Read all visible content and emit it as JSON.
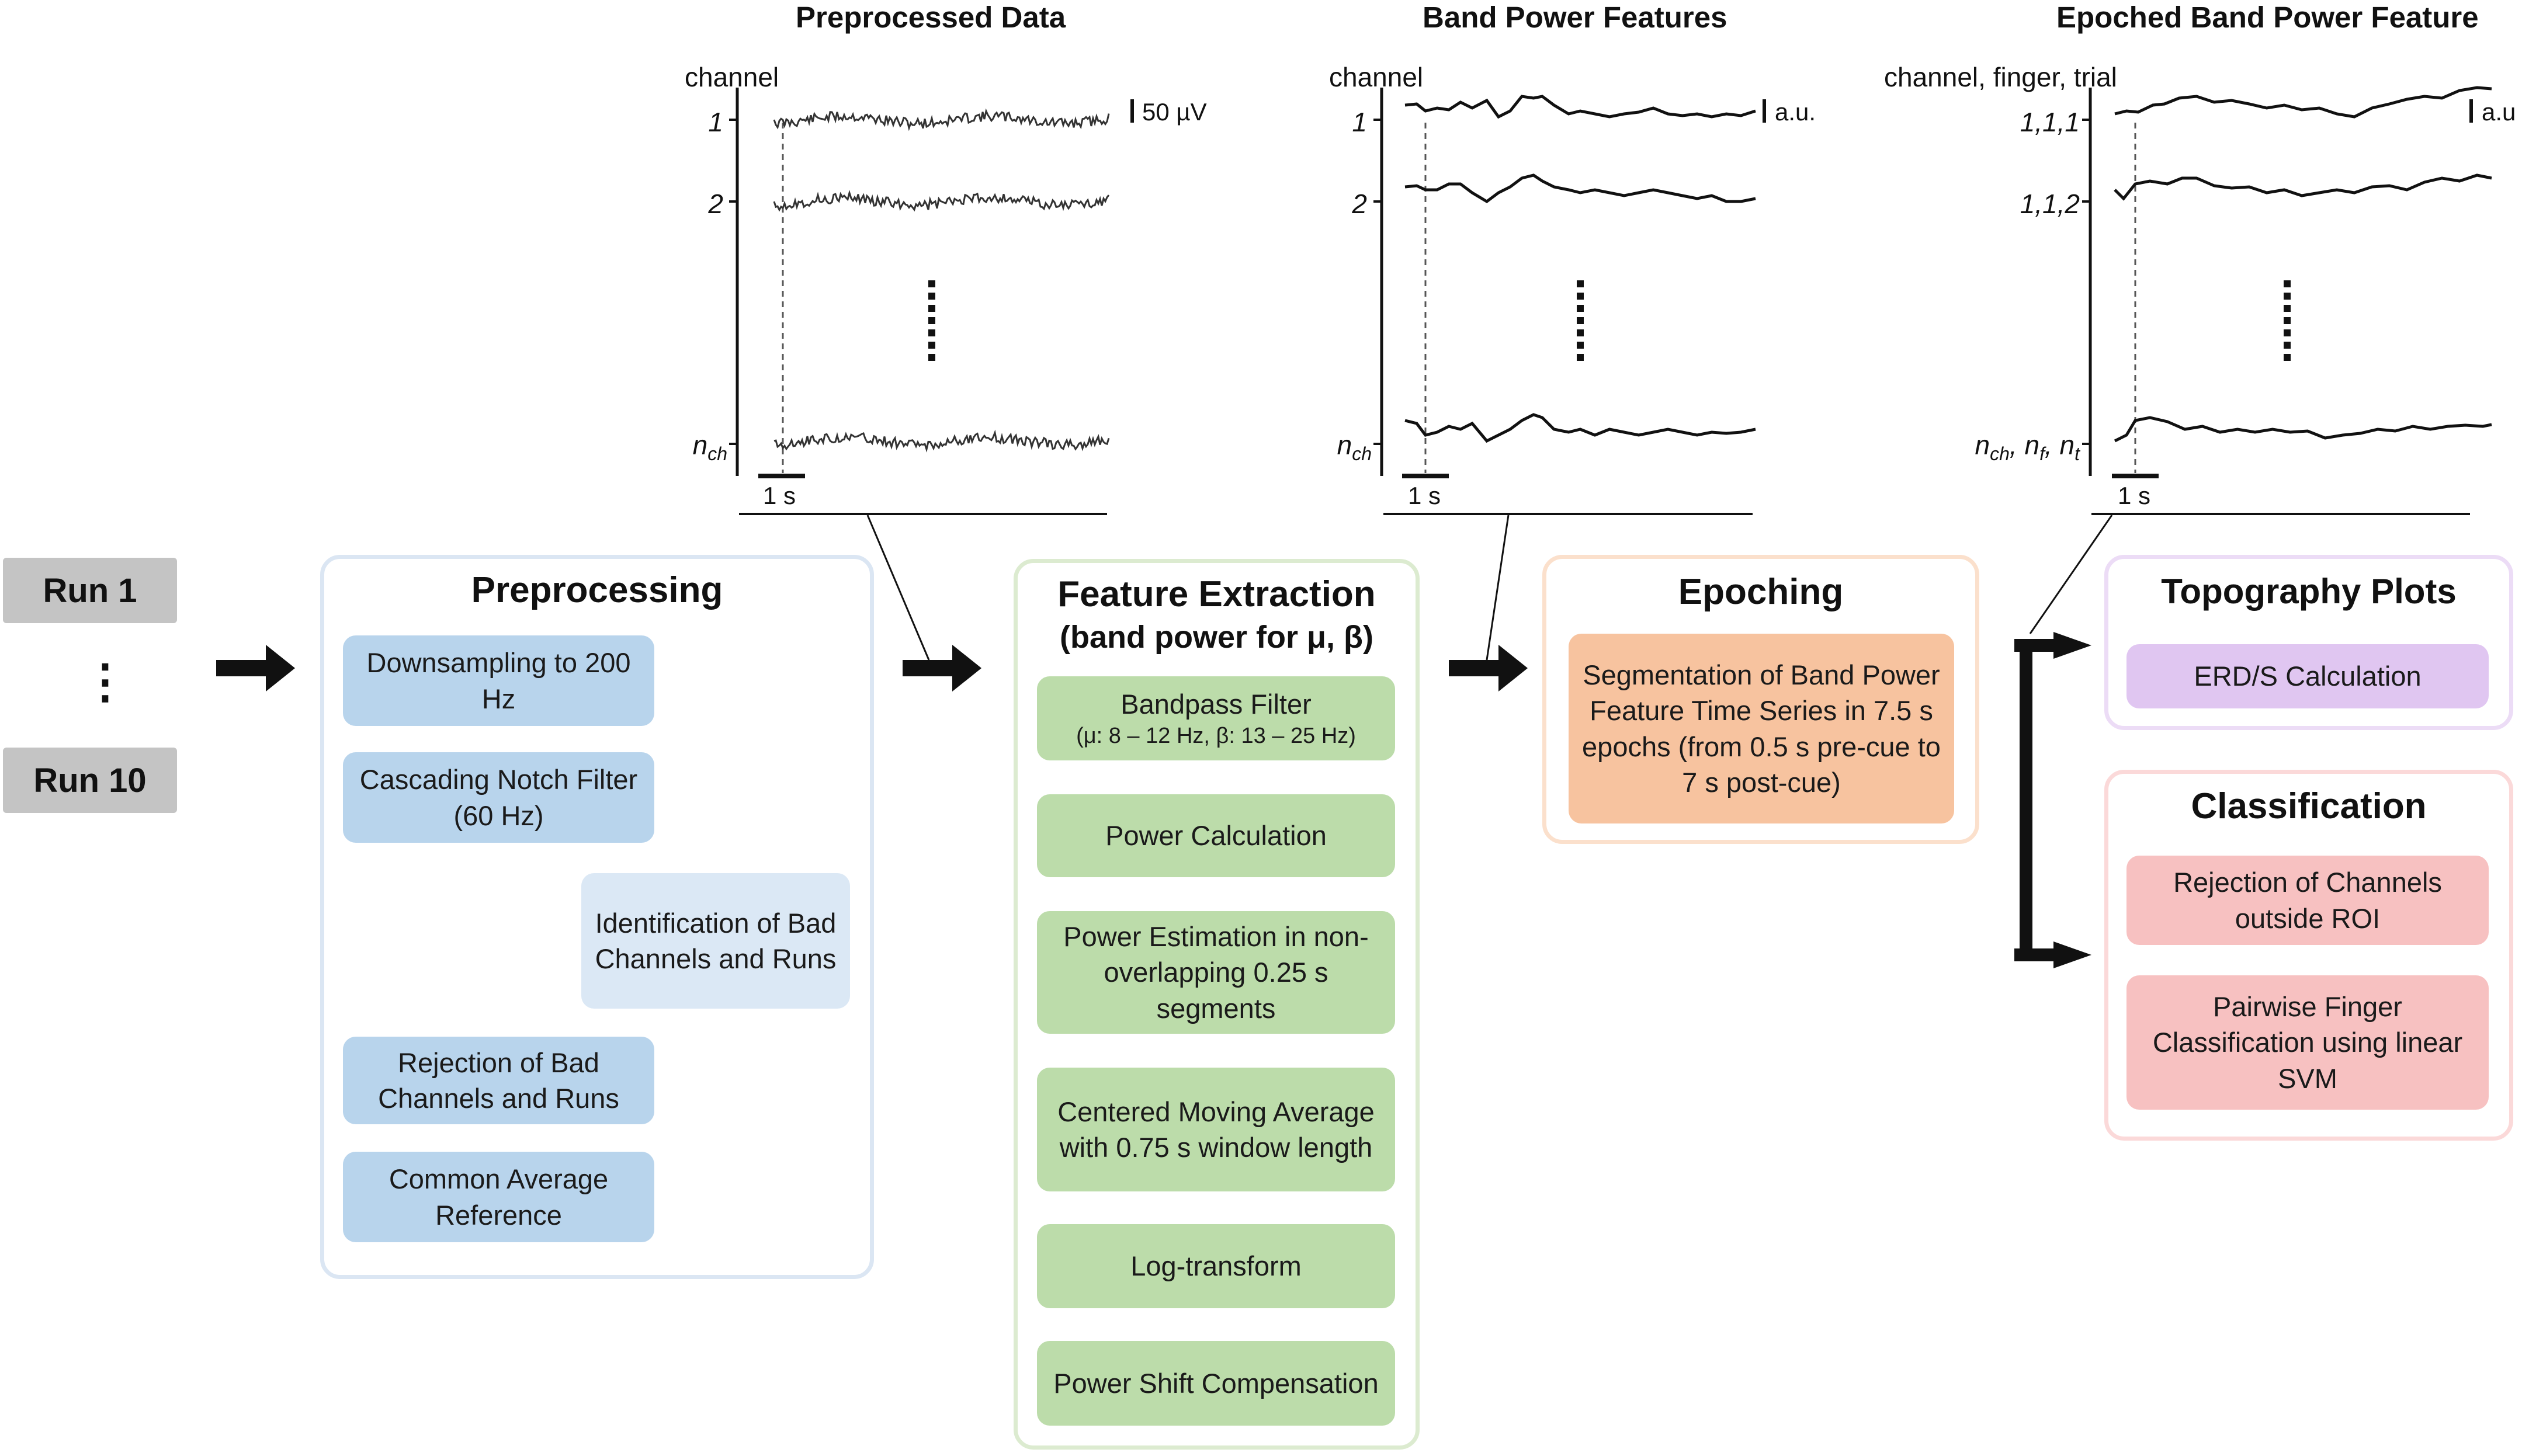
{
  "sources": [
    "Run 1",
    "⋮",
    "Run 10"
  ],
  "plots": {
    "preprocessed": {
      "title": "Preprocessed Data",
      "ylabel": "channel",
      "ticks": [
        "1",
        "2",
        "n_ch"
      ],
      "scale": "50 µV",
      "time": "1 s"
    },
    "bandpower": {
      "title": "Band Power Features",
      "ylabel": "channel",
      "ticks": [
        "1",
        "2",
        "n_ch"
      ],
      "scale": "a.u.",
      "time": "1 s"
    },
    "epoched": {
      "title": "Epoched Band Power Feature",
      "ylabel": "channel, finger, trial",
      "ticks": [
        "1,1,1",
        "1,1,2",
        "n_ch, n_f, n_t"
      ],
      "scale": "a.u",
      "time": "1 s"
    }
  },
  "preprocessing": {
    "title": "Preprocessing",
    "steps": [
      "Downsampling to 200 Hz",
      "Cascading Notch Filter (60 Hz)",
      "Identification of Bad Channels and Runs",
      "Rejection of Bad Channels and Runs",
      "Common Average Reference"
    ]
  },
  "feature_extraction": {
    "title": "Feature Extraction",
    "subtitle": "(band power for μ, β)",
    "steps": [
      "Bandpass Filter",
      "(μ: 8 – 12 Hz, β: 13 – 25 Hz)",
      "Power Calculation",
      "Power Estimation in non-overlapping 0.25 s segments",
      "Centered Moving Average with 0.75 s window length",
      "Log-transform",
      "Power Shift Compensation"
    ]
  },
  "epoching": {
    "title": "Epoching",
    "steps": [
      "Segmentation of Band Power Feature Time Series in 7.5 s epochs (from 0.5 s pre-cue to 7 s post-cue)"
    ]
  },
  "topography": {
    "title": "Topography Plots",
    "steps": [
      "ERD/S Calculation"
    ]
  },
  "classification": {
    "title": "Classification",
    "steps": [
      "Rejection of Channels outside ROI",
      "Pairwise Finger Classification using linear SVM"
    ]
  },
  "colors": {
    "preprocessing_border": "#dbe6f3",
    "step_blue": "#b8d4ec",
    "step_lightblue": "#dbe8f5",
    "feature_border": "#dcebd0",
    "step_green": "#bcdcaa",
    "epoching_border": "#fbe0cc",
    "step_orange": "#f7c39f",
    "topography_border": "#ecdcf6",
    "step_purple": "#e0c6f1",
    "classification_border": "#fbd9d9",
    "step_red": "#f7c1c1",
    "run_gray": "#c4c4c4"
  }
}
